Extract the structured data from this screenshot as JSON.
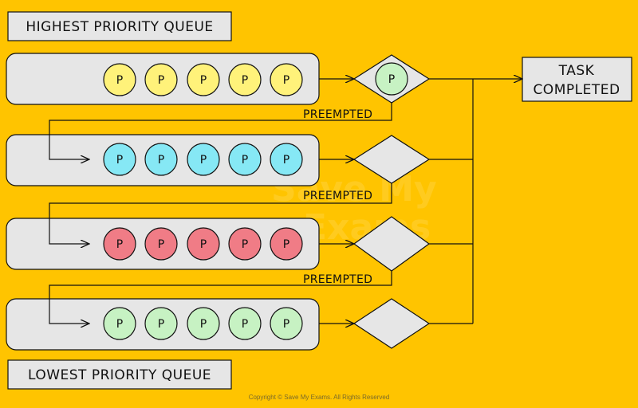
{
  "labels": {
    "highest": "HIGHEST PRIORITY QUEUE",
    "lowest": "LOWEST PRIORITY QUEUE",
    "task_line1": "TASK",
    "task_line2": "COMPLETED",
    "preempted": "PREEMPTED",
    "process": "P",
    "watermark_line1": "Save My",
    "watermark_line2": "Exams",
    "copyright": "Copyright © Save My Exams. All Rights Reserved"
  },
  "colors": {
    "background": "#FFC400",
    "queue_fill": "#E6E6E6",
    "yellow": "#FFF27A",
    "cyan": "#86E8F5",
    "red": "#F07C86",
    "green": "#C7F2C3"
  },
  "queues": [
    {
      "name": "queue-1",
      "color": "#FFF27A",
      "processes": 5,
      "cpu_process": true
    },
    {
      "name": "queue-2",
      "color": "#86E8F5",
      "processes": 5,
      "cpu_process": false
    },
    {
      "name": "queue-3",
      "color": "#F07C86",
      "processes": 5,
      "cpu_process": false
    },
    {
      "name": "queue-4",
      "color": "#C7F2C3",
      "processes": 5,
      "cpu_process": false
    }
  ]
}
